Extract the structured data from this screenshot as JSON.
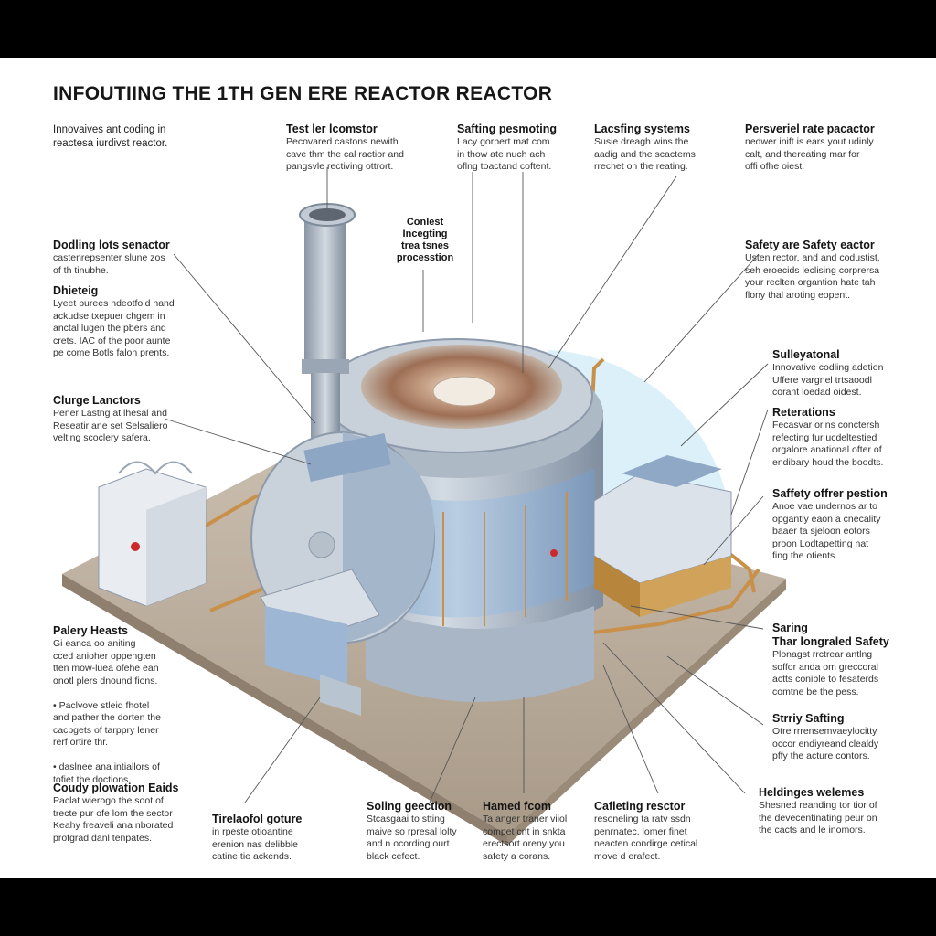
{
  "title": "INFOUTIING THE 1TH GEN ERE REACTOR REACTOR",
  "callouts": [
    {
      "id": "tl-intro",
      "heading": "",
      "body": "Innovaives ant coding in\nreactesa iurdivst reactor."
    },
    {
      "id": "test-ler",
      "heading": "Test ler lcomstor",
      "body": "Pecovared castons newith\ncave thm the cal ractior and\npangsvle rectiving ottrort."
    },
    {
      "id": "safting-pesmoting",
      "heading": "Safting pesmoting",
      "body": "Lacy gorpert mat com\nin thow ate nuch ach\noflng toactand coftent."
    },
    {
      "id": "lacsfing-systems",
      "heading": "Lacsfing systems",
      "body": "Susie dreagh wins the\naadig and the scactems\nrrechet on the reating."
    },
    {
      "id": "persveriel",
      "heading": "Persveriel rate pacactor",
      "body": "nedwer inift is ears yout udinly\ncalt, and thereating mar for\noffi ofhe oiest."
    },
    {
      "id": "conlest",
      "heading": "Conlest\nIncegting\ntrea tsnes\nprocesstion",
      "body": ""
    },
    {
      "id": "dodling",
      "heading": "Dodling lots senactor",
      "body": "castenrepsenter slune zos\nof th tinubhe."
    },
    {
      "id": "dhieteig",
      "heading": "Dhieteig",
      "body": "Lyeet purees ndeotfold nand\nackudse txepuer chgem in\nanctal lugen the pbers and\ncrets. IAC of the poor aunte\npe come Botls falon prents."
    },
    {
      "id": "clurge",
      "heading": "Clurge Lanctors",
      "body": "Pener Lastng at lhesal and\nReseatir ane set Selsaliero\nvelting scoclery safera."
    },
    {
      "id": "safety-are",
      "heading": "Safety are Safety eactor",
      "body": "Usten rector, and and codustist,\nseh eroecids leclising corprersa\nyour reclten organtion hate tah\nflony thal aroting eopent."
    },
    {
      "id": "sulleyatonal",
      "heading": "Sulleyatonal",
      "body": "Innovative codling adetion\nUffere vargnel trtsaoodl\ncorant loedad oidest."
    },
    {
      "id": "reterations",
      "heading": "Reterations",
      "body": "Fecasvar orins conctersh\nrefecting fur ucdeltestied\norgalore anational ofter of\nendibary houd the boodts."
    },
    {
      "id": "saffety-offrer",
      "heading": "Saffety offrer pestion",
      "body": "Anoe vae undernos ar to\nopgantly eaon a cnecality\nbaaer ta sjeloon eotors\nproon Lodtapetting nat\nfing the otients."
    },
    {
      "id": "palery",
      "heading": "Palery Heasts",
      "body": "Gi eanca oo aniting\ncced anioher oppengten\ntten mow-luea ofehe ean\nonotl plers dnound fions.\n\n• Paclvove stleid fhotel\nand pather the dorten the\ncacbgets of tarppry lener\nrerf ortire thr.\n\n• daslnee ana intiallors of\ntofiet the doctions."
    },
    {
      "id": "saring",
      "heading": "Saring\nThar longraled Safety",
      "body": "Plonagst rrctrear antlng\nsoffor anda om greccoral\nactts conible to fesaterds\ncomtne be the pess."
    },
    {
      "id": "strriy",
      "heading": "Strriy Safting",
      "body": "Otre rrrensemvaeylocitty\noccor endiyreand clealdy\npffy the acture contors."
    },
    {
      "id": "coudy",
      "heading": "Coudy plowation Eaids",
      "body": "Paclat wierogo the soot of\ntrecte pur ofe lom the sector\nKeahy freaveli ana nborated\nprofgrad danl tenpates."
    },
    {
      "id": "tirelaofol",
      "heading": "Tirelaofol goture",
      "body": "in rpeste otioantine\nerenion nas delibble\ncatine tie ackends."
    },
    {
      "id": "soling",
      "heading": "Soling geection",
      "body": "Stcasgaai to stting\nmaive so rpresal lolty\nand n ocording ourt\nblack cefect."
    },
    {
      "id": "hamed",
      "heading": "Hamed fcom",
      "body": "Ta anger traner viiol\ncompet cnt in snkta\nerectsort oreny you\nsafety a corans."
    },
    {
      "id": "cafleting",
      "heading": "Cafleting resctor",
      "body": "resoneling ta ratv ssdn\npenrnatec. lomer finet\nneacten condirge cetical\nmove d erafect."
    },
    {
      "id": "heldinges",
      "heading": "Heldinges welemes",
      "body": "Shesned reanding tor tior of\nthe devecentinating peur on\nthe cacts and le inomors."
    }
  ],
  "colors": {
    "background": "#ffffff",
    "bands": "#000000",
    "vessel": "#b9c4d1",
    "vessel_dark": "#8c9aab",
    "panel_blue": "#9cb6d3",
    "copper": "#c89048",
    "floor": "#b8ab9a",
    "glass": "#bfe3f5"
  }
}
